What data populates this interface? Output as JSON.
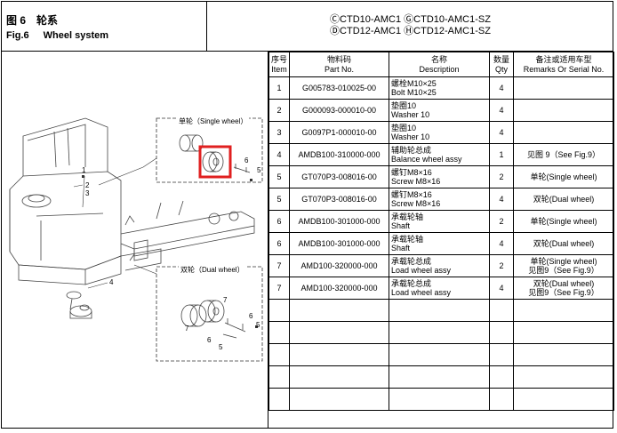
{
  "header": {
    "fig_cn": "图 6",
    "name_cn": "轮系",
    "fig_en": "Fig.6",
    "name_en": "Wheel system",
    "models": [
      "ⒸCTD10-AMC1 ⒼCTD10-AMC1-SZ",
      "ⒹCTD12-AMC1 ⒽCTD12-AMC1-SZ"
    ]
  },
  "diagram": {
    "single_wheel_label": "单轮（Single wheel）",
    "dual_wheel_label": "双轮（Dual wheel）",
    "callouts": {
      "c1": "1",
      "c2": "2",
      "c3": "3",
      "c4": "4",
      "c5": "5",
      "c6": "6",
      "c7": "7"
    },
    "highlight_color": "#e02020"
  },
  "table": {
    "headers": [
      [
        "序号",
        "Item"
      ],
      [
        "物料码",
        "Part No."
      ],
      [
        "名称",
        "Description"
      ],
      [
        "数量",
        "Qty"
      ],
      [
        "备注或适用车型",
        "Remarks Or Serial No."
      ]
    ],
    "rows": [
      {
        "item": "1",
        "part": "G005783-010025-00",
        "d1": "螺栓M10×25",
        "d2": "Bolt M10×25",
        "qty": "4",
        "r1": "",
        "r2": ""
      },
      {
        "item": "2",
        "part": "G000093-000010-00",
        "d1": "垫圈10",
        "d2": "Washer 10",
        "qty": "4",
        "r1": "",
        "r2": ""
      },
      {
        "item": "3",
        "part": "G0097P1-000010-00",
        "d1": "垫圈10",
        "d2": "Washer 10",
        "qty": "4",
        "r1": "",
        "r2": ""
      },
      {
        "item": "4",
        "part": "AMDB100-310000-000",
        "d1": "辅助轮总成",
        "d2": "Balance wheel assy",
        "qty": "1",
        "r1": "见图 9（See Fig.9）",
        "r2": ""
      },
      {
        "item": "5",
        "part": "GT070P3-008016-00",
        "d1": "螺钉M8×16",
        "d2": "Screw M8×16",
        "qty": "2",
        "r1": "单轮(Single wheel)",
        "r2": ""
      },
      {
        "item": "5",
        "part": "GT070P3-008016-00",
        "d1": "螺钉M8×16",
        "d2": "Screw M8×16",
        "qty": "4",
        "r1": "双轮(Dual wheel)",
        "r2": ""
      },
      {
        "item": "6",
        "part": "AMDB100-301000-000",
        "d1": "承载轮轴",
        "d2": "Shaft",
        "qty": "2",
        "r1": "单轮(Single wheel)",
        "r2": ""
      },
      {
        "item": "6",
        "part": "AMDB100-301000-000",
        "d1": "承载轮轴",
        "d2": "Shaft",
        "qty": "4",
        "r1": "双轮(Dual wheel)",
        "r2": ""
      },
      {
        "item": "7",
        "part": "AMD100-320000-000",
        "d1": "承载轮总成",
        "d2": "Load wheel assy",
        "qty": "2",
        "r1": "单轮(Single wheel)",
        "r2": "见图9（See Fig.9）"
      },
      {
        "item": "7",
        "part": "AMD100-320000-000",
        "d1": "承载轮总成",
        "d2": "Load wheel assy",
        "qty": "4",
        "r1": "双轮(Dual wheel)",
        "r2": "见图9（See Fig.9）"
      }
    ],
    "empty_rows": 5
  }
}
